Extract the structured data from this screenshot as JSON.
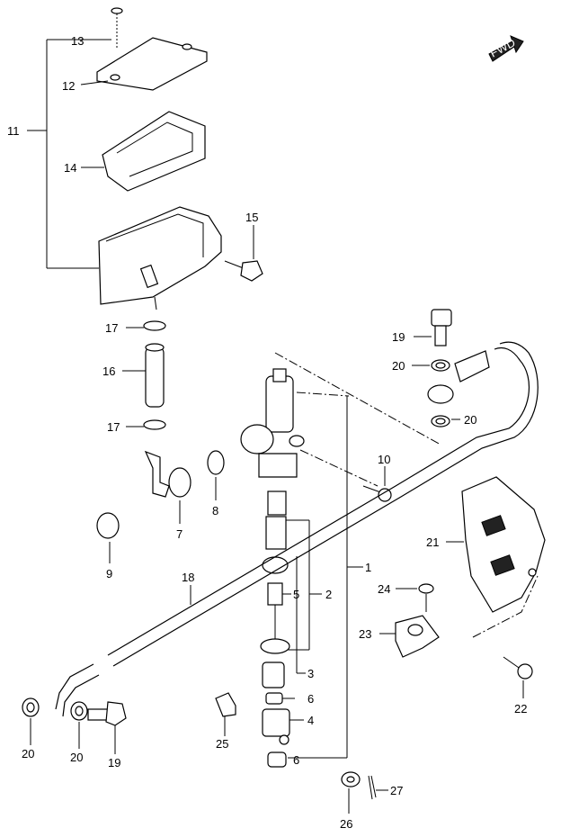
{
  "callouts": [
    "13",
    "12",
    "11",
    "14",
    "15",
    "17",
    "16",
    "17",
    "7",
    "8",
    "9",
    "19",
    "20",
    "20",
    "10",
    "1",
    "2",
    "5",
    "3",
    "6",
    "4",
    "6",
    "18",
    "21",
    "24",
    "23",
    "22",
    "20",
    "20",
    "19",
    "25",
    "26",
    "27"
  ],
  "fwd_label": "FWD"
}
